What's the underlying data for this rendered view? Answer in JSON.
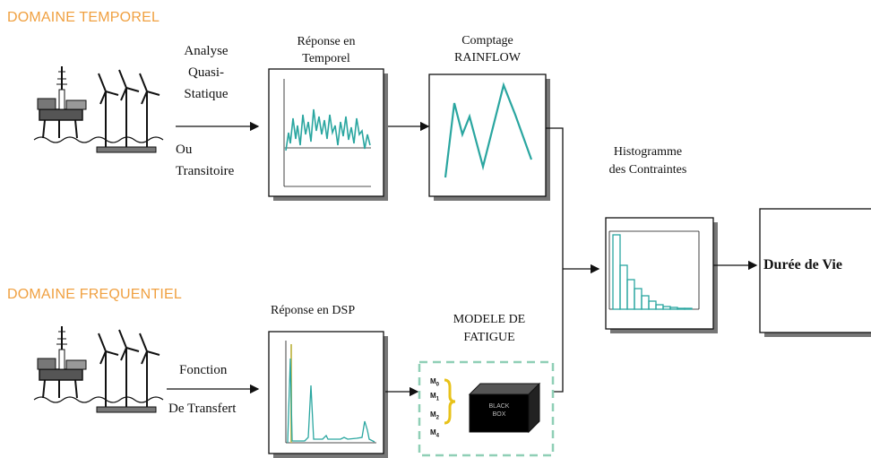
{
  "domains": {
    "temporal": "DOMAINE TEMPOREL",
    "frequency": "DOMAINE FREQUENTIEL"
  },
  "top_arrow": {
    "above": [
      "Analyse",
      "Quasi-",
      "Statique"
    ],
    "below": [
      "Ou",
      "Transitoire"
    ]
  },
  "bottom_arrow": {
    "above": "Fonction",
    "below": "De Transfert"
  },
  "panels": {
    "temporal_response": [
      "Réponse en",
      "Temporel"
    ],
    "rainflow": [
      "Comptage",
      "RAINFLOW"
    ],
    "histogram": [
      "Histogramme",
      "des Contraintes"
    ],
    "dsp_response": "Réponse en DSP",
    "fatigue_model": [
      "MODELE DE",
      "FATIGUE"
    ]
  },
  "moments": [
    "M",
    "M",
    "M",
    "M"
  ],
  "moment_subscripts": [
    "0",
    "1",
    "2",
    "4"
  ],
  "black_box": [
    "BLACK",
    "BOX"
  ],
  "output": "Durée de Vie",
  "colors": {
    "accent_orange": "#f0a040",
    "signal_teal": "#2aa6a0",
    "dashed_box": "#8fcfb6",
    "brace_yellow": "#e8c21a"
  },
  "icons": [
    "offshore-platform-wind-farm-icon",
    "offshore-platform-wind-farm-icon"
  ]
}
